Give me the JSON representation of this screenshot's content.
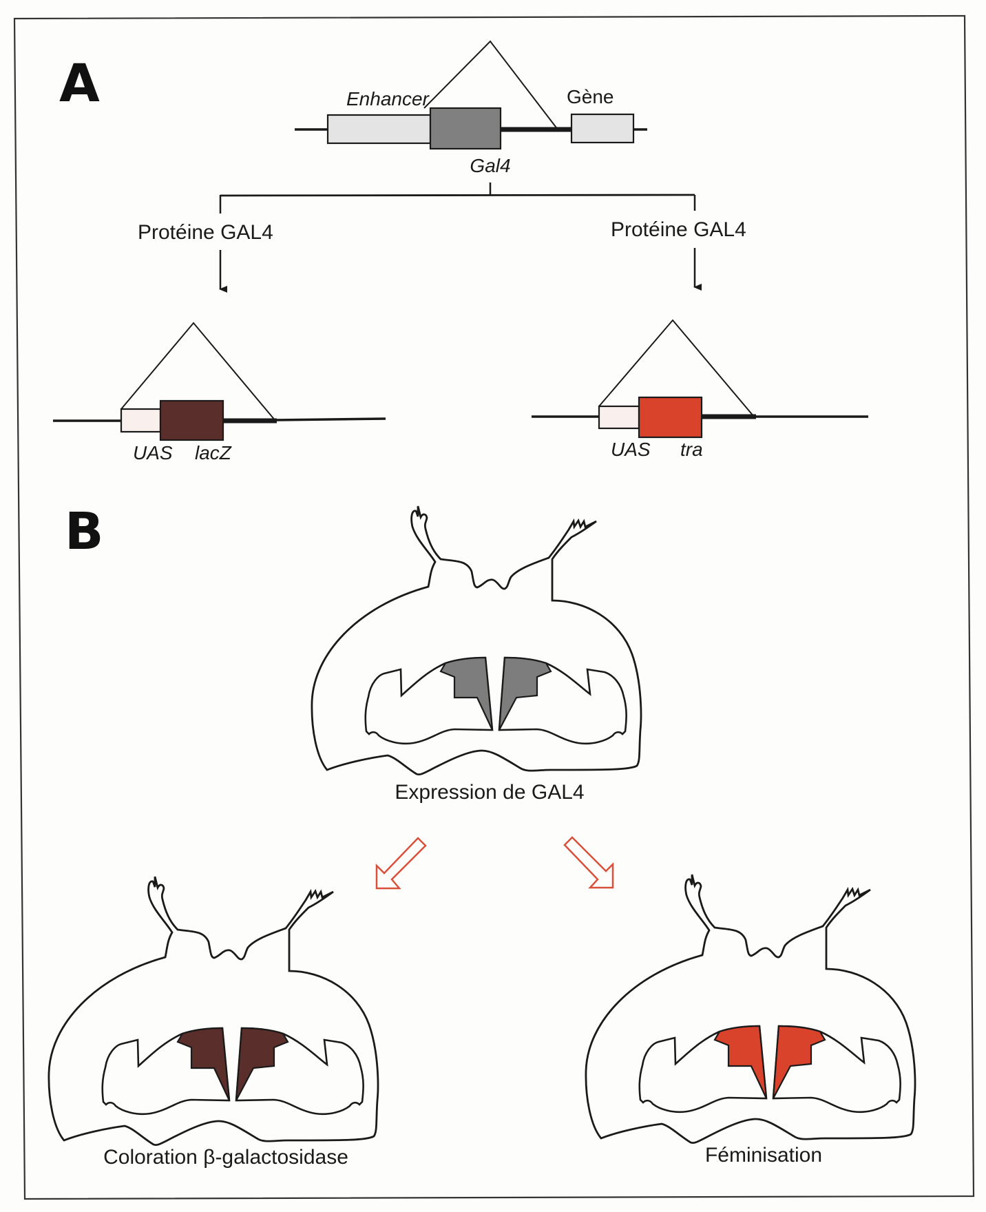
{
  "figure": {
    "panel_a": {
      "label": "A",
      "enhancer_trap": {
        "enhancer_label": "Enhancer",
        "gene_label": "Gène",
        "gal4_label": "Gal4"
      },
      "branches": [
        {
          "protein_label": "Protéine GAL4",
          "uas_label": "UAS",
          "reporter_label": "lacZ"
        },
        {
          "protein_label": "Protéine GAL4",
          "uas_label": "UAS",
          "reporter_label": "tra"
        }
      ]
    },
    "panel_b": {
      "label": "B",
      "brains": [
        {
          "caption": "Expression de GAL4",
          "fill": "#7d7d7d"
        },
        {
          "caption": "Coloration β-galactosidase",
          "fill": "#5a2e2a"
        },
        {
          "caption": "Féminisation",
          "fill": "#d9432c"
        }
      ]
    },
    "colors": {
      "enhancer_box": "#e4e4e4",
      "gene_box": "#e4e4e4",
      "gal4_box": "#808080",
      "uas_box": "#f9efec",
      "lacz_box": "#5a2e2a",
      "tra_box": "#d9432c",
      "transition_arrows": "#d9503a"
    }
  }
}
